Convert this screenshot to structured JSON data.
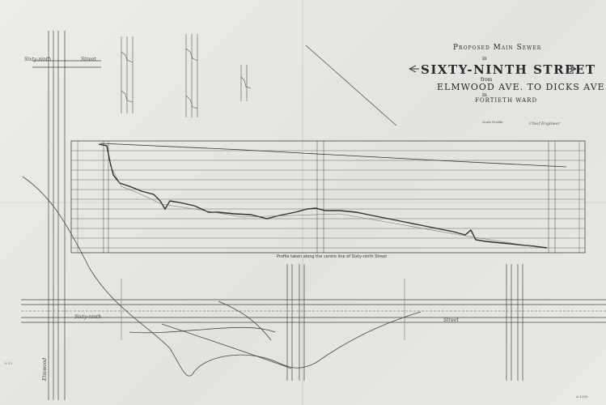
{
  "title_block": {
    "line1": "Proposed Main Sewer",
    "line2": "in",
    "line3": "SIXTY-NINTH STREET",
    "line4": "from",
    "line5": "ELMWOOD AVE. TO DICKS AVE.",
    "line6": "in",
    "line7": "FORTIETH WARD",
    "scale": "Scale  Profile",
    "signature": "Chief Engineer"
  },
  "profile_caption": "Profile taken along the centre line of Sixty-ninth Street",
  "street_labels": {
    "sixty_ninth_top": "Sixty-ninth",
    "street_top": "Street",
    "sixty_ninth_bottom": "Sixty-ninth",
    "street_bottom": "Street",
    "elmwood": "Elmwood"
  },
  "drawing_numbers": {
    "corner_right": "A-1250",
    "corner_left": "0-13"
  },
  "colors": {
    "paper": "#e9e9e6",
    "ink": "#3a3a3a",
    "light_ink": "#8a8a8a"
  }
}
